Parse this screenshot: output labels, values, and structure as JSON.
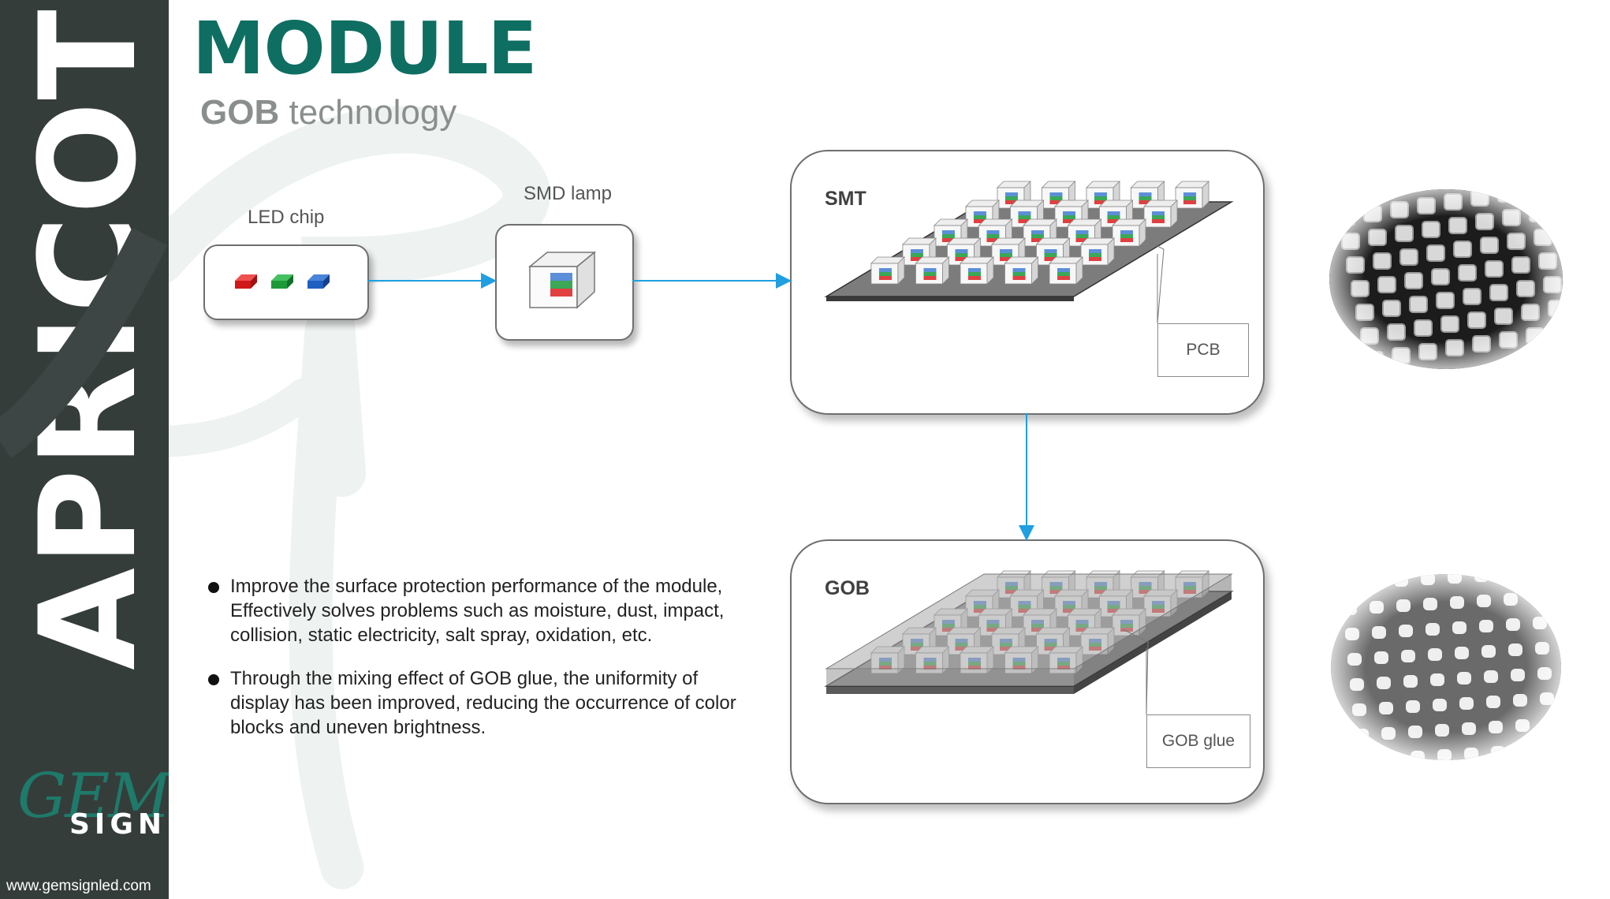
{
  "sidebar": {
    "brand": "APRICOT",
    "logo_top": "GEM",
    "logo_bottom": "SIGN",
    "website": "www.gemsignled.com"
  },
  "header": {
    "title": "MODULE",
    "subtitle_bold": "GOB",
    "subtitle_rest": "technology"
  },
  "diagram": {
    "led_chip_label": "LED chip",
    "smd_lamp_label": "SMD lamp",
    "smt_title": "SMT",
    "smt_callout": "PCB",
    "gob_title": "GOB",
    "gob_callout": "GOB glue"
  },
  "bullets": [
    "Improve the surface protection performance of the module, Effectively solves problems such as moisture, dust, impact, collision, static electricity, salt spray, oxidation, etc.",
    "Through the mixing effect of GOB glue, the uniformity of display has been improved, reducing the occurrence of color blocks and uneven brightness."
  ],
  "colors": {
    "sidebar": "#353d3b",
    "title": "#0e6e61",
    "arrow": "#1f9fe0",
    "led_red": "#e02020",
    "led_green": "#1faa3c",
    "led_blue": "#1f5fc0"
  }
}
